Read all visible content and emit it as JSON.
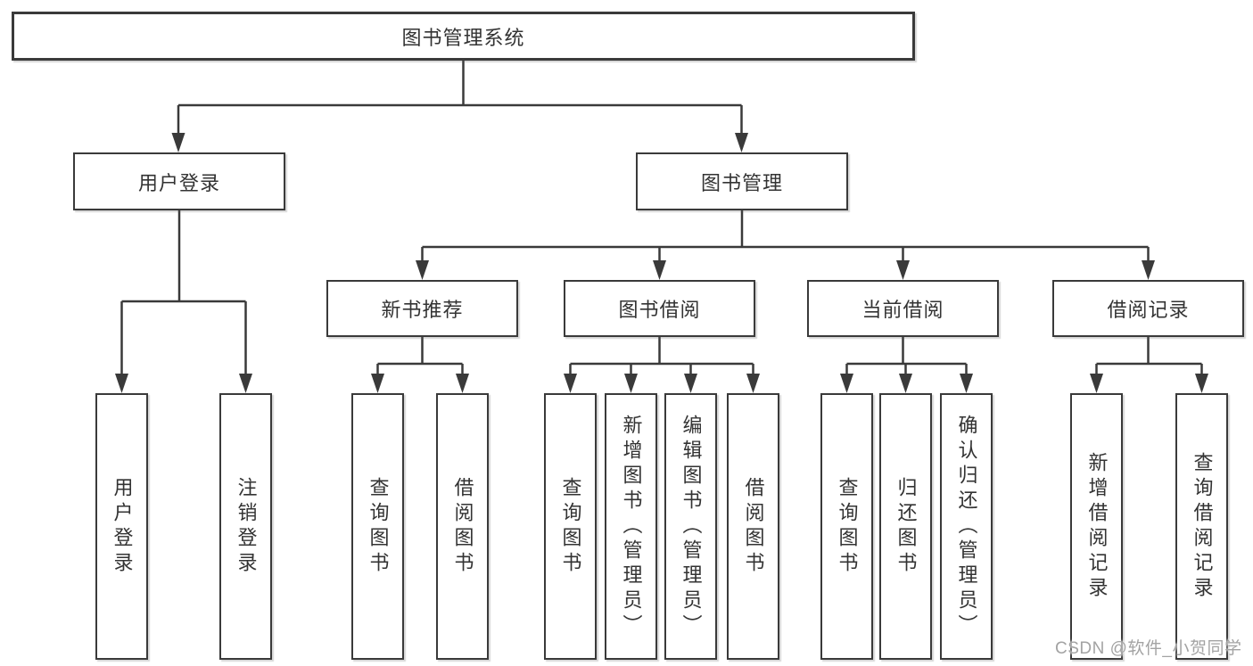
{
  "colors": {
    "background": "#ffffff",
    "line": "#3a3a3a",
    "text": "#333333",
    "watermark": "#a3a3a3"
  },
  "watermark": {
    "text": "CSDN @软件_小贺同学"
  },
  "tree": {
    "label": "图书管理系统",
    "children": [
      {
        "label": "用户登录",
        "children": [
          {
            "label": "用户登录"
          },
          {
            "label": "注销登录"
          }
        ]
      },
      {
        "label": "图书管理",
        "children": [
          {
            "label": "新书推荐",
            "children": [
              {
                "label": "查询图书"
              },
              {
                "label": "借阅图书"
              }
            ]
          },
          {
            "label": "图书借阅",
            "children": [
              {
                "label": "查询图书"
              },
              {
                "label": "新增图书（管理员）"
              },
              {
                "label": "编辑图书（管理员）"
              },
              {
                "label": "借阅图书"
              }
            ]
          },
          {
            "label": "当前借阅",
            "children": [
              {
                "label": "查询图书"
              },
              {
                "label": "归还图书"
              },
              {
                "label": "确认归还（管理员）"
              }
            ]
          },
          {
            "label": "借阅记录",
            "children": [
              {
                "label": "新增借阅记录"
              },
              {
                "label": "查询借阅记录"
              }
            ]
          }
        ]
      }
    ]
  }
}
